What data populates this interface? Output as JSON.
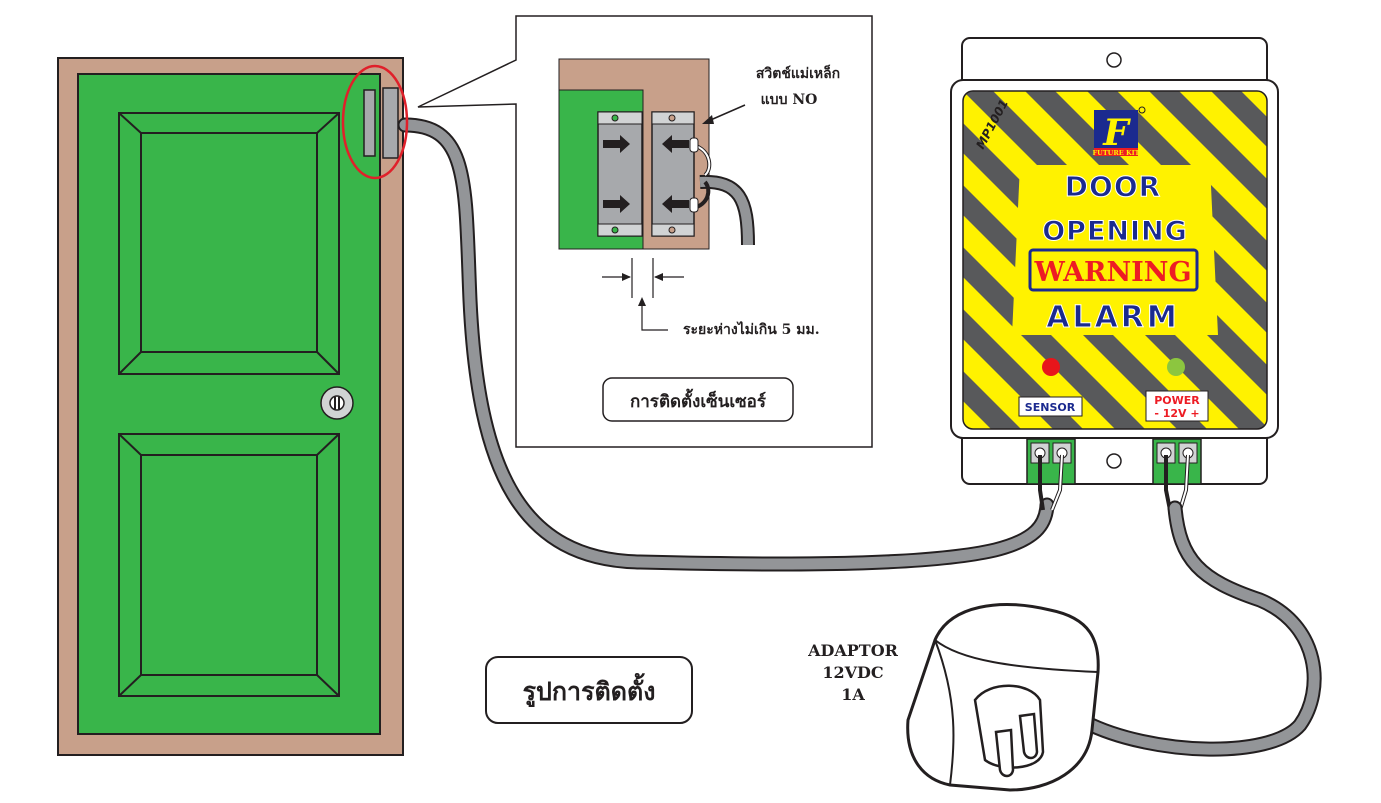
{
  "callout": {
    "switch_label_line1": "สวิตช์แม่เหล็ก",
    "switch_label_line2": "แบบ NO",
    "gap_note": "ระยะห่างไม่เกิน 5 มม.",
    "caption": "การติดตั้งเซ็นเซอร์"
  },
  "main_caption": "รูปการติดตั้ง",
  "alarm": {
    "model": "MP1001",
    "logo_letter": "F",
    "logo_sub": "FUTURE KIT",
    "title_line1": "DOOR",
    "title_line2": "OPENING",
    "title_warning": "WARNING",
    "title_line4": "ALARM",
    "sensor_label": "SENSOR",
    "power_label": "POWER",
    "power_polarity": "- 12V +",
    "sensor_led_color": "#e8151b",
    "power_led_color": "#8cc63f"
  },
  "adaptor": {
    "line1": "ADAPTOR",
    "line2": "12VDC",
    "line3": "1A"
  },
  "colors": {
    "door_green": "#39b54a",
    "door_frame": "#c8a08a",
    "stripe_yellow": "#fff200",
    "stripe_grey": "#58595b",
    "alarm_blue": "#1b2a8f",
    "warning_red": "#ed1c24",
    "highlight_circle": "#e0202a"
  }
}
